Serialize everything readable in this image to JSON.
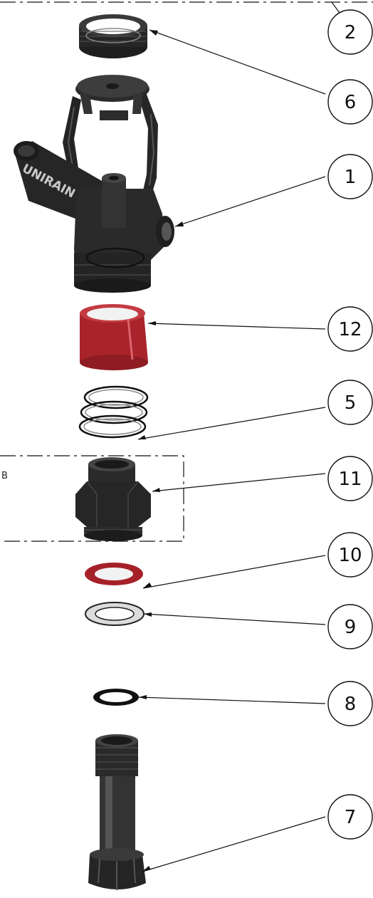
{
  "diagram": {
    "brand_text": "UNIRAIN",
    "detail_label": "B",
    "colors": {
      "part_dark": "#2a2a2a",
      "part_red": "#b3262c",
      "part_white": "#e6e6e6",
      "line": "#111111"
    },
    "callouts": [
      {
        "id": "callout-2",
        "number": "2",
        "part": "body-top-edge"
      },
      {
        "id": "callout-6",
        "number": "6",
        "part": "cap-ring"
      },
      {
        "id": "callout-1",
        "number": "1",
        "part": "sprinkler-body"
      },
      {
        "id": "callout-12",
        "number": "12",
        "part": "red-sleeve"
      },
      {
        "id": "callout-5",
        "number": "5",
        "part": "spring"
      },
      {
        "id": "callout-11",
        "number": "11",
        "part": "nozzle-base"
      },
      {
        "id": "callout-10",
        "number": "10",
        "part": "red-washer"
      },
      {
        "id": "callout-9",
        "number": "9",
        "part": "white-washer"
      },
      {
        "id": "callout-8",
        "number": "8",
        "part": "black-o-ring"
      },
      {
        "id": "callout-7",
        "number": "7",
        "part": "riser-tube"
      }
    ]
  }
}
